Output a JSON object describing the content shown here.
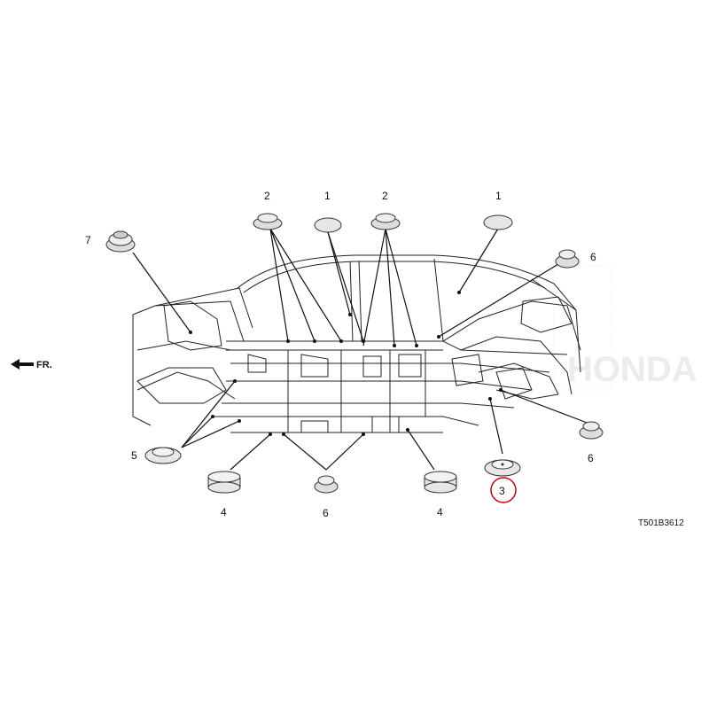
{
  "diagram": {
    "front_label": "FR.",
    "diagram_code": "T501B3612",
    "watermark": "HONDA",
    "highlight_color": "#cc0000",
    "callouts": {
      "c7": "7",
      "c2a": "2",
      "c1a": "1",
      "c2b": "2",
      "c1b": "1",
      "c6a": "6",
      "c5": "5",
      "c4a": "4",
      "c6b": "6",
      "c4b": "4",
      "c3": "3",
      "c6c": "6"
    }
  }
}
